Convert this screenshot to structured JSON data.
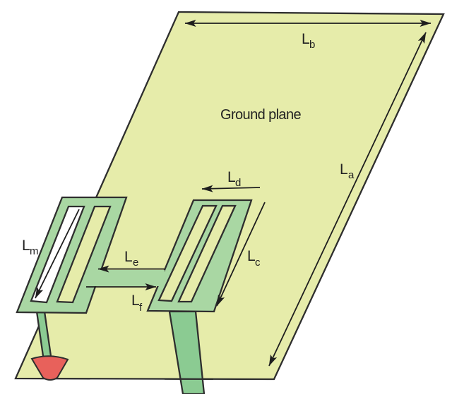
{
  "figure": {
    "title": "Ground plane"
  },
  "labels": {
    "lb": {
      "main": "L",
      "sub": "b"
    },
    "la": {
      "main": "L",
      "sub": "a"
    },
    "lc": {
      "main": "L",
      "sub": "c"
    },
    "ld": {
      "main": "L",
      "sub": "d"
    },
    "le": {
      "main": "L",
      "sub": "e"
    },
    "lf": {
      "main": "L",
      "sub": "f"
    },
    "lm": {
      "main": "L",
      "sub": "m"
    }
  },
  "colors": {
    "background": "#ffffff",
    "ground_plane": "#e6ecaa",
    "resonator": "#a9d7a3",
    "feed_strip": "#8bcb92",
    "probe_arrow": "#e8615b",
    "outline": "#2e2e2e",
    "arrow_ink": "#1e1e1e"
  }
}
